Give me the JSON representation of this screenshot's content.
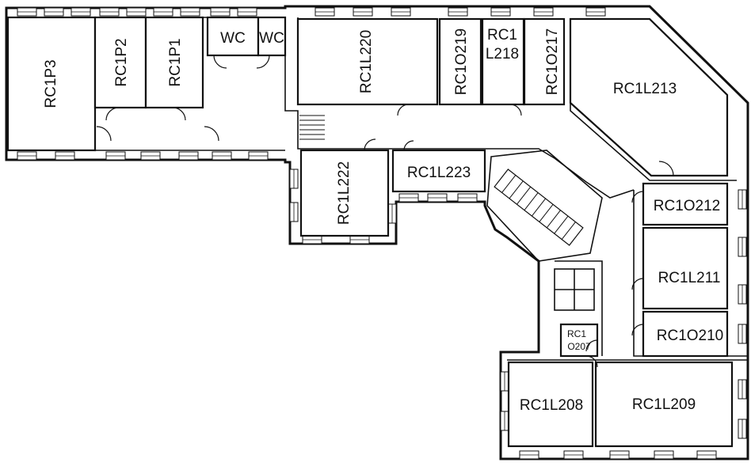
{
  "rooms": {
    "rc1p3": "RC1P3",
    "rc1p2": "RC1P2",
    "rc1p1": "RC1P1",
    "wc1": "WC",
    "wc2": "WC",
    "rc1l220": "RC1L220",
    "rc1o219": "RC1O219",
    "rc1l218_line1": "RC1",
    "rc1l218_line2": "L218",
    "rc1o217": "RC1O217",
    "rc1l213": "RC1L213",
    "rc1l222": "RC1L222",
    "rc1l223": "RC1L223",
    "rc1o212": "RC1O212",
    "rc1l211": "RC1L211",
    "rc1o210": "RC1O210",
    "rc1o207_line1": "RC1",
    "rc1o207_line2": "O207",
    "rc1l208": "RC1L208",
    "rc1l209": "RC1L209"
  },
  "colors": {
    "wall": "#111111",
    "background": "#ffffff"
  }
}
